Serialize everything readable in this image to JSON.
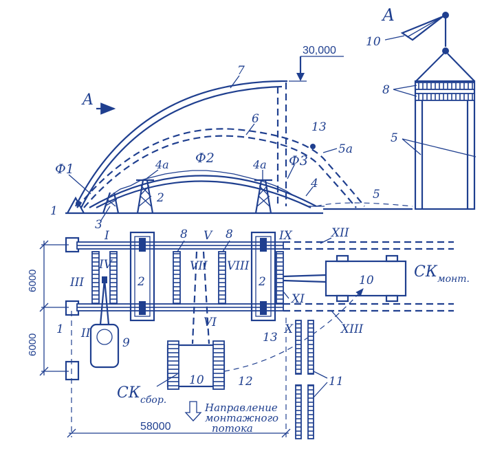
{
  "diagram": {
    "elevation": {
      "view_letter": "A",
      "level_mark": "30,000",
      "support_labels": [
        "Ф1",
        "Ф2",
        "Ф3"
      ],
      "numbers": {
        "n1": "1",
        "n2": "2",
        "n3": "3",
        "n4": "4",
        "n4a_left": "4а",
        "n4a_right": "4а",
        "n5": "5",
        "n5a": "5а",
        "n6": "6",
        "n7": "7",
        "n13": "13"
      }
    },
    "section_a": {
      "title": "А",
      "numbers": {
        "n10": "10",
        "n8": "8",
        "n5": "5"
      }
    },
    "plan": {
      "dim_upper": "6000",
      "dim_lower": "6000",
      "dim_length": "58000",
      "roman": [
        "I",
        "II",
        "III",
        "IV",
        "V",
        "VI",
        "VII",
        "VIII",
        "IX",
        "X",
        "XI",
        "XII",
        "XIII"
      ],
      "numbers": {
        "n1": "1",
        "n2_left": "2",
        "n2_right": "2",
        "n8_left": "8",
        "n8_right": "8",
        "n9": "9",
        "n10_mount": "10",
        "n10_assembly": "10",
        "n11": "11",
        "n12": "12",
        "n13": "13"
      },
      "crane_mount": {
        "base": "СК",
        "sub": "монт."
      },
      "crane_assembly": {
        "base": "СК",
        "sub": "сбор."
      },
      "flow_direction": [
        "Направление",
        "монтажного",
        "потока"
      ]
    }
  }
}
